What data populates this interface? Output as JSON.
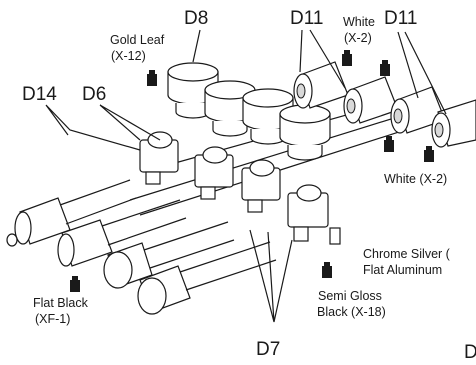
{
  "parts": {
    "d8": "D8",
    "d11_left": "D11",
    "d11_right": "D11",
    "d14": "D14",
    "d6": "D6",
    "d7": "D7",
    "cut_d": "D"
  },
  "paint_notes": {
    "gold_leaf": {
      "name": "Gold Leaf",
      "code": "(X-12)"
    },
    "white_top": {
      "name": "White",
      "code": "(X-2)"
    },
    "white_right": {
      "text": "White (X-2)"
    },
    "chrome_silver": {
      "text": "Chrome Silver ("
    },
    "flat_aluminum": {
      "text": "Flat Aluminum"
    },
    "flat_black": {
      "name": "Flat Black",
      "code": "(XF-1)"
    },
    "semi_gloss_black": {
      "name": "Semi Gloss",
      "code": "Black (X-18)"
    }
  },
  "icons": [
    "paint-bottle-icon"
  ],
  "colors": {
    "line": "#1a1a1a",
    "background": "#ffffff",
    "shade": "#d9d9d9"
  }
}
